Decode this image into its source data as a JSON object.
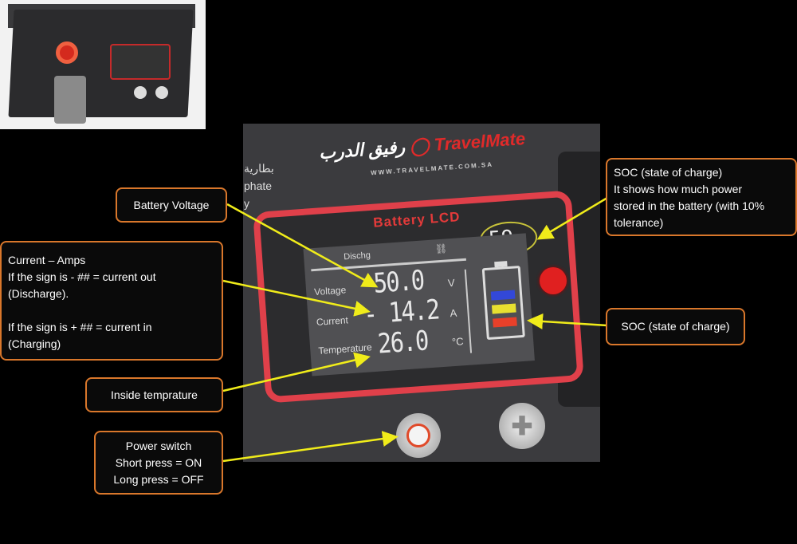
{
  "product": {
    "logo_arabic": "رفيق الدرب",
    "logo_brand": "TravelMate",
    "website": "WWW.TRAVELMATE.COM.SA",
    "side_text": [
      "بطارية",
      "phate",
      "y"
    ]
  },
  "lcd": {
    "title": "Battery LCD",
    "mode": "Dischg",
    "voltage_label": "Voltage",
    "voltage_value": "50.0",
    "voltage_unit": "V",
    "current_label": "Current",
    "current_value": "- 14.2",
    "current_unit": "A",
    "temperature_label": "Temperature",
    "temperature_value": "26.0",
    "temperature_unit": "°C",
    "soc_value": "59",
    "soc_unit": "%",
    "battery_segments": [
      "#3348d8",
      "#e8e030",
      "#e8402a"
    ]
  },
  "callouts": {
    "battery_voltage": "Battery Voltage",
    "current": [
      "Current – Amps",
      "If the sign is - ##  = current out",
      "(Discharge).",
      "",
      "If the sign is + ## = current in",
      "(Charging)"
    ],
    "temperature": "Inside temprature",
    "power_switch": [
      "Power switch",
      "Short press = ON",
      "Long press = OFF"
    ],
    "soc_top": [
      "SOC (state of charge)",
      "It shows how much power",
      "stored in the battery (with 10%",
      "tolerance)"
    ],
    "soc_bottom": "SOC (state of charge)"
  },
  "colors": {
    "callout_border": "#d9772b",
    "arrow": "#f0ec1a",
    "bezel": "#e0404a"
  }
}
